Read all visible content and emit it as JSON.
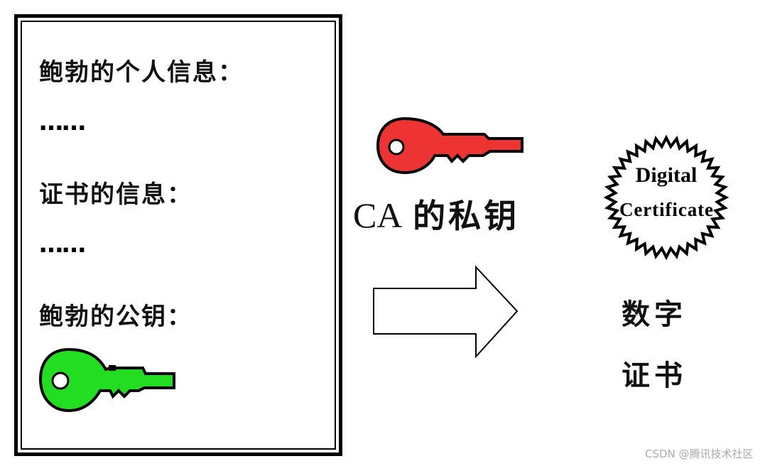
{
  "document": {
    "lines": [
      "鲍勃的个人信息：",
      "……",
      "证书的信息：",
      "……",
      "鲍勃的公钥："
    ]
  },
  "keys": {
    "public_key_color": "#22dd22",
    "private_key_color": "#ee3333"
  },
  "ca_label": {
    "latin": "CA",
    "chinese": "的私钥"
  },
  "certificate": {
    "seal_line1": "Digital",
    "seal_line2": "Certificate",
    "label_line1": "数字",
    "label_line2": "证书"
  },
  "watermark": "CSDN @腾讯技术社区"
}
